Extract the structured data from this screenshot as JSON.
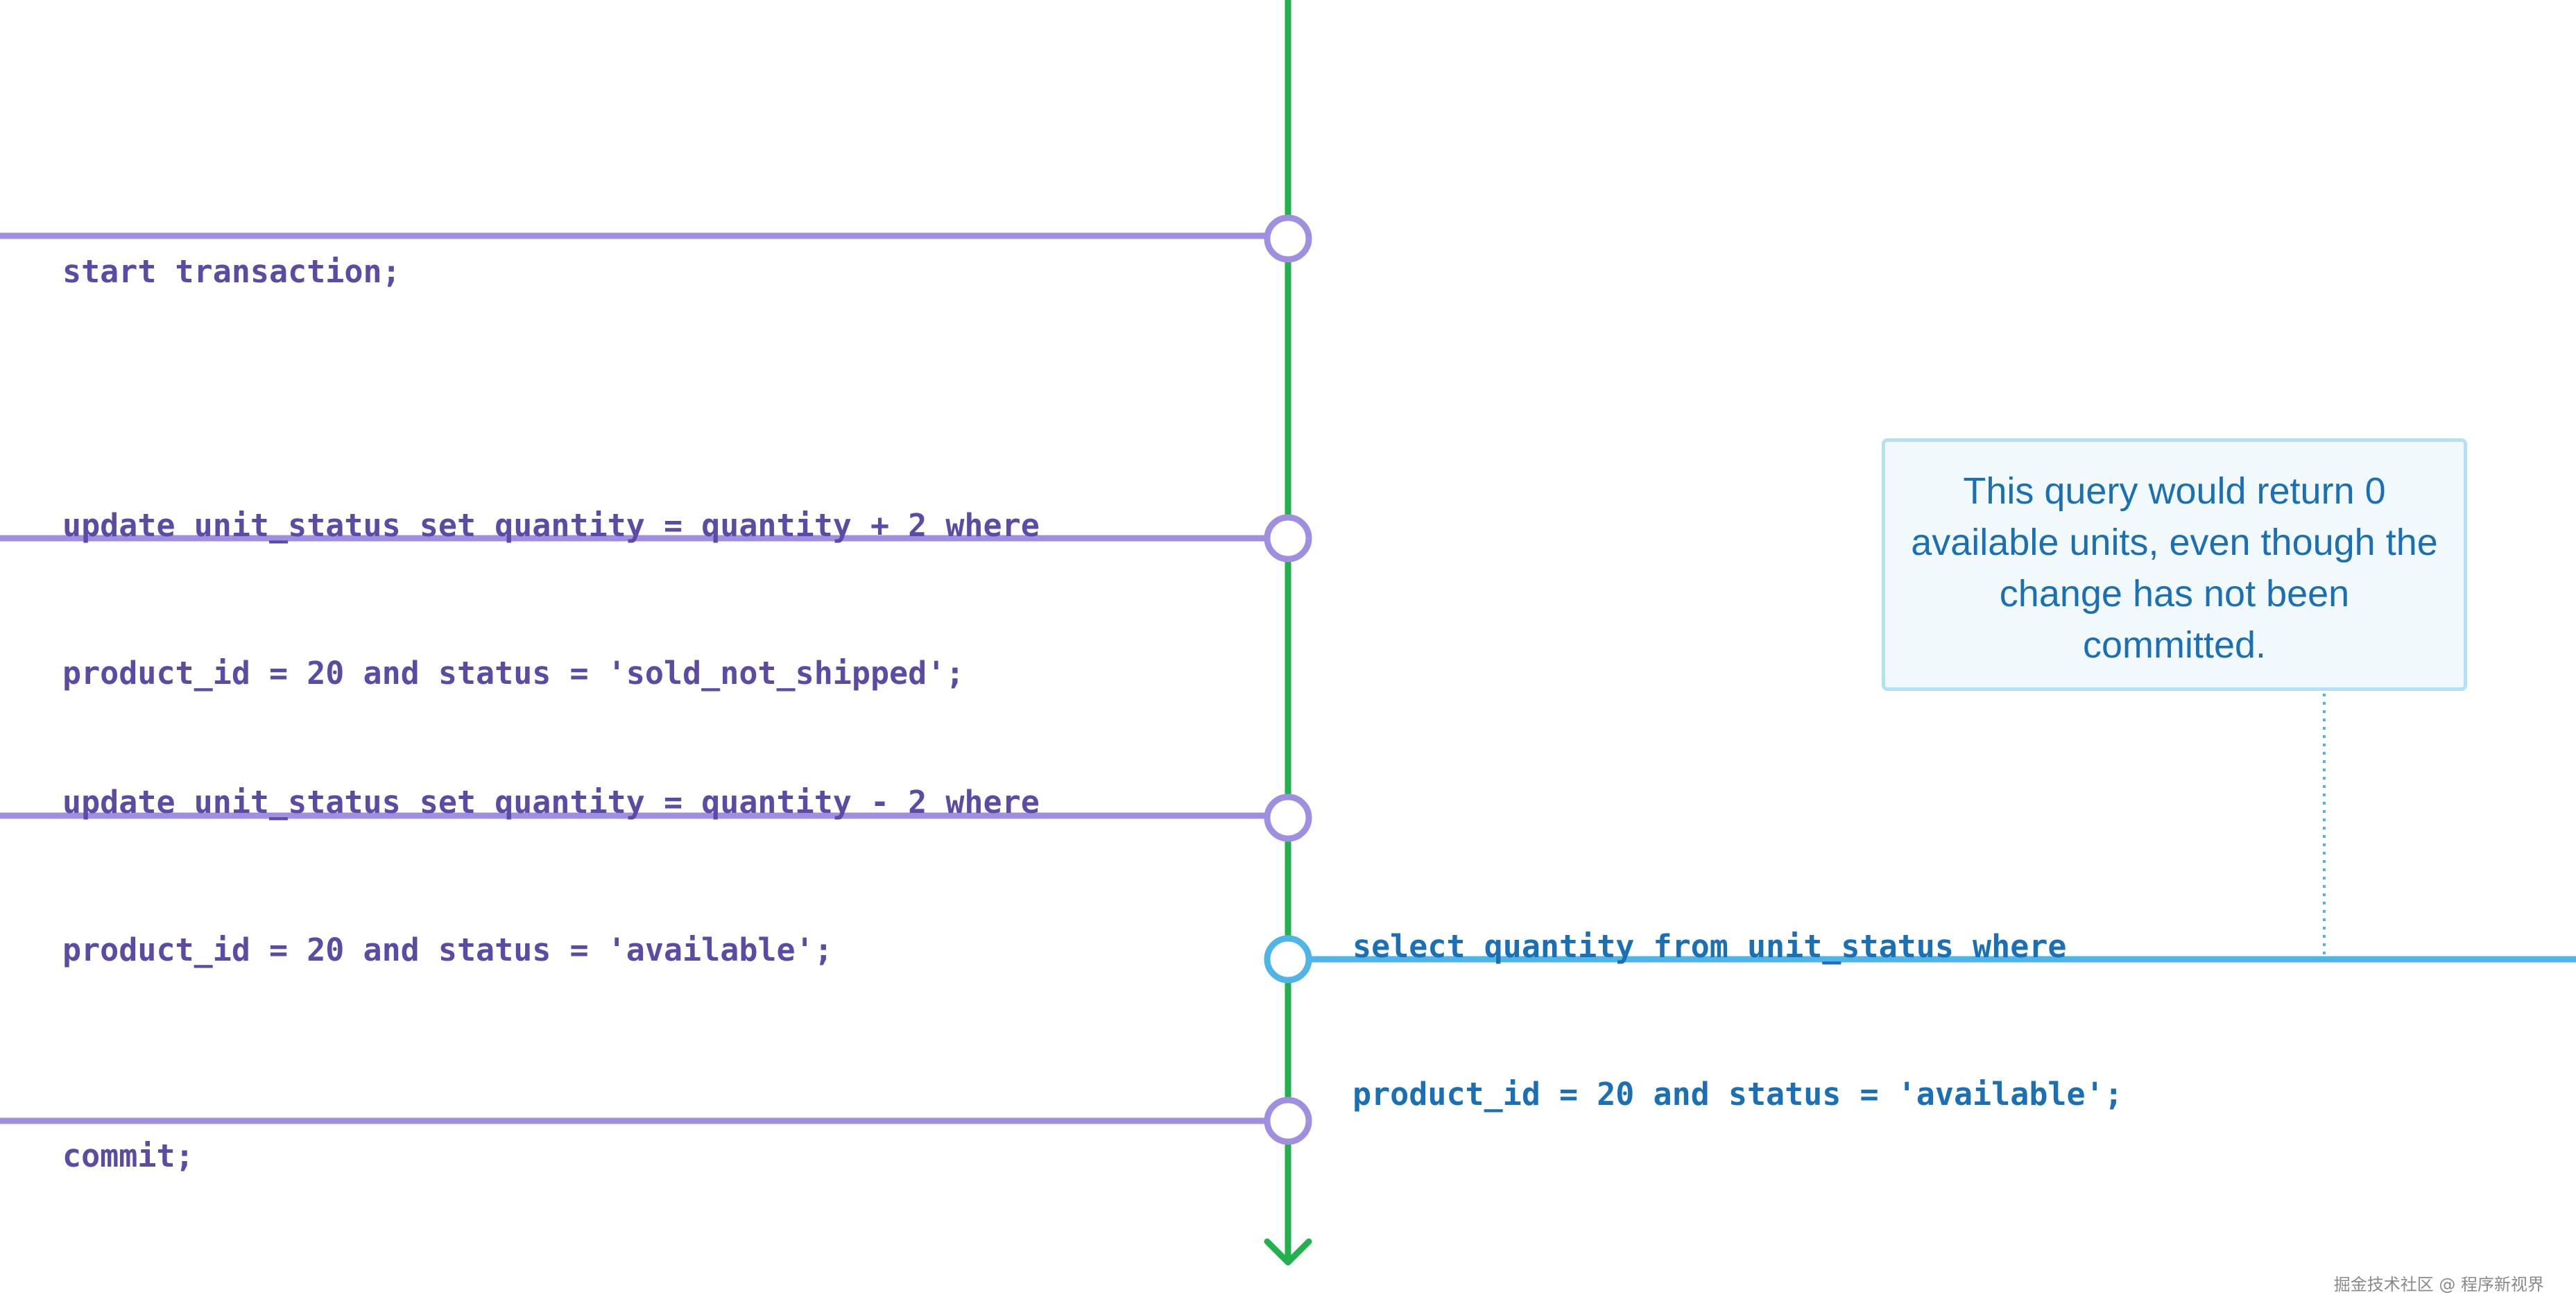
{
  "colors": {
    "timeline": "#22b14c",
    "transaction_a": "#a08fe0",
    "transaction_a_text": "#5b4ba5",
    "transaction_b": "#4fb4e6",
    "transaction_b_text": "#1a6fb5",
    "note_border": "#b3e0f2",
    "note_fill": "#f1f9fd"
  },
  "transaction_a": {
    "steps": [
      {
        "lines": [
          "start transaction;"
        ]
      },
      {
        "lines": [
          "update unit_status set quantity = quantity + 2 where",
          "product_id = 20 and status = 'sold_not_shipped';"
        ]
      },
      {
        "lines": [
          "update unit_status set quantity = quantity - 2 where",
          "product_id = 20 and status = 'available';"
        ]
      },
      {
        "lines": [
          "commit;"
        ]
      }
    ]
  },
  "transaction_b": {
    "steps": [
      {
        "lines": [
          "select quantity from unit_status where",
          "product_id = 20 and status = 'available';"
        ]
      }
    ]
  },
  "note": {
    "text": "This query would return 0 available units, even though the change has not been committed."
  },
  "watermark": "掘金技术社区 @ 程序新视界"
}
